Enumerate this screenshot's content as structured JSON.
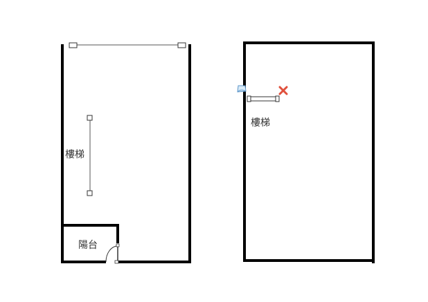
{
  "plans": [
    {
      "id": "left",
      "labels": {
        "stairs": "樓梯",
        "balcony": "陽台"
      }
    },
    {
      "id": "right",
      "labels": {
        "stairs": "樓梯"
      }
    }
  ],
  "icons": [
    "rotate-handle-icon",
    "delete-icon"
  ],
  "colors": {
    "wall": "#000000",
    "thin": "#555555",
    "delete": "#e0503c",
    "handle": "#7fb2e0"
  }
}
